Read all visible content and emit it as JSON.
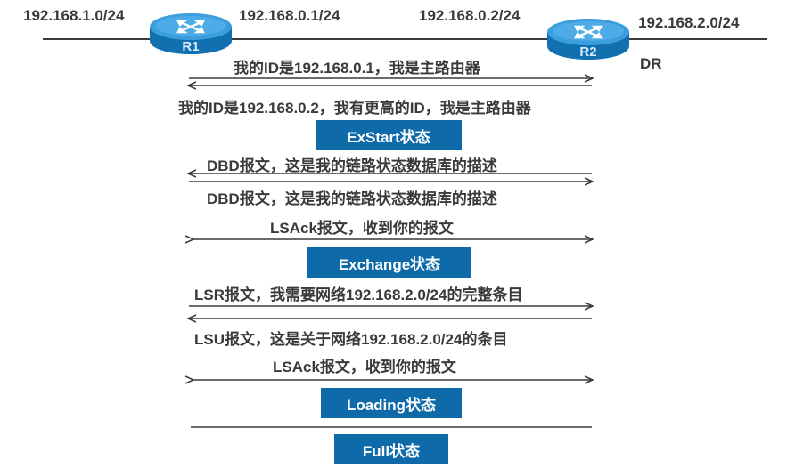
{
  "network": {
    "left_net": "192.168.1.0/24",
    "r1_iface": "192.168.0.1/24",
    "r2_iface": "192.168.0.2/24",
    "right_net": "192.168.2.0/24",
    "dr_label": "DR"
  },
  "routers": {
    "r1": "R1",
    "r2": "R2"
  },
  "messages": {
    "m1": "我的ID是192.168.0.1，我是主路由器",
    "m2": "我的ID是192.168.0.2，我有更高的ID，我是主路由器",
    "m3": "DBD报文，这是我的链路状态数据库的描述",
    "m4": "DBD报文，这是我的链路状态数据库的描述",
    "m5": "LSAck报文，收到你的报文",
    "m6": "LSR报文，我需要网络192.168.2.0/24的完整条目",
    "m7": "LSU报文，这是关于网络192.168.2.0/24的条目",
    "m8": "LSAck报文，收到你的报文"
  },
  "states": {
    "exstart": "ExStart状态",
    "exchange": "Exchange状态",
    "loading": "Loading状态",
    "full": "Full状态"
  },
  "colors": {
    "state_bg": "#0e6aa8",
    "router": "#1a82c8",
    "line": "#3a3a3a"
  }
}
